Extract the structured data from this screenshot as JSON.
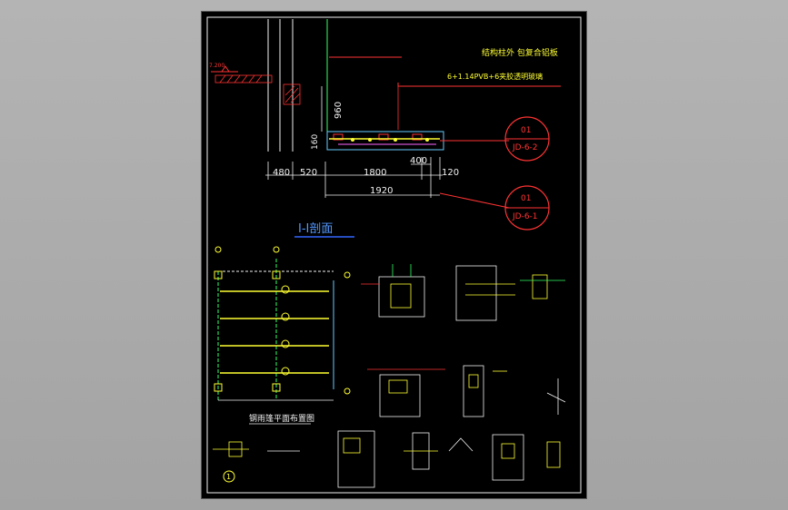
{
  "drawing": {
    "elevation_label": "7.200",
    "note_cladding": "结构柱外 包复合铝板",
    "note_glass": "6+1.14PVB+6夹胶透明玻璃",
    "dim_960": "960",
    "dim_160": "160",
    "dim_480": "480",
    "dim_520": "520",
    "dim_1800": "1800",
    "dim_400": "400",
    "dim_120": "120",
    "dim_1920": "1920",
    "callout_top": {
      "number": "01",
      "ref": "JD-6-2"
    },
    "callout_bottom": {
      "number": "01",
      "ref": "JD-6-1"
    },
    "section_title": "I-I剖面",
    "plan_title": "钢雨篷平面布置图",
    "detail_circle": "1"
  },
  "colors": {
    "background": "#000000",
    "viewport": "#a8a8a8",
    "yellow": "#ffff33",
    "red": "#ff3333",
    "cyan": "#66ccff",
    "green": "#33ff66",
    "white": "#f2f2f2",
    "blue_title": "#3366ff"
  }
}
